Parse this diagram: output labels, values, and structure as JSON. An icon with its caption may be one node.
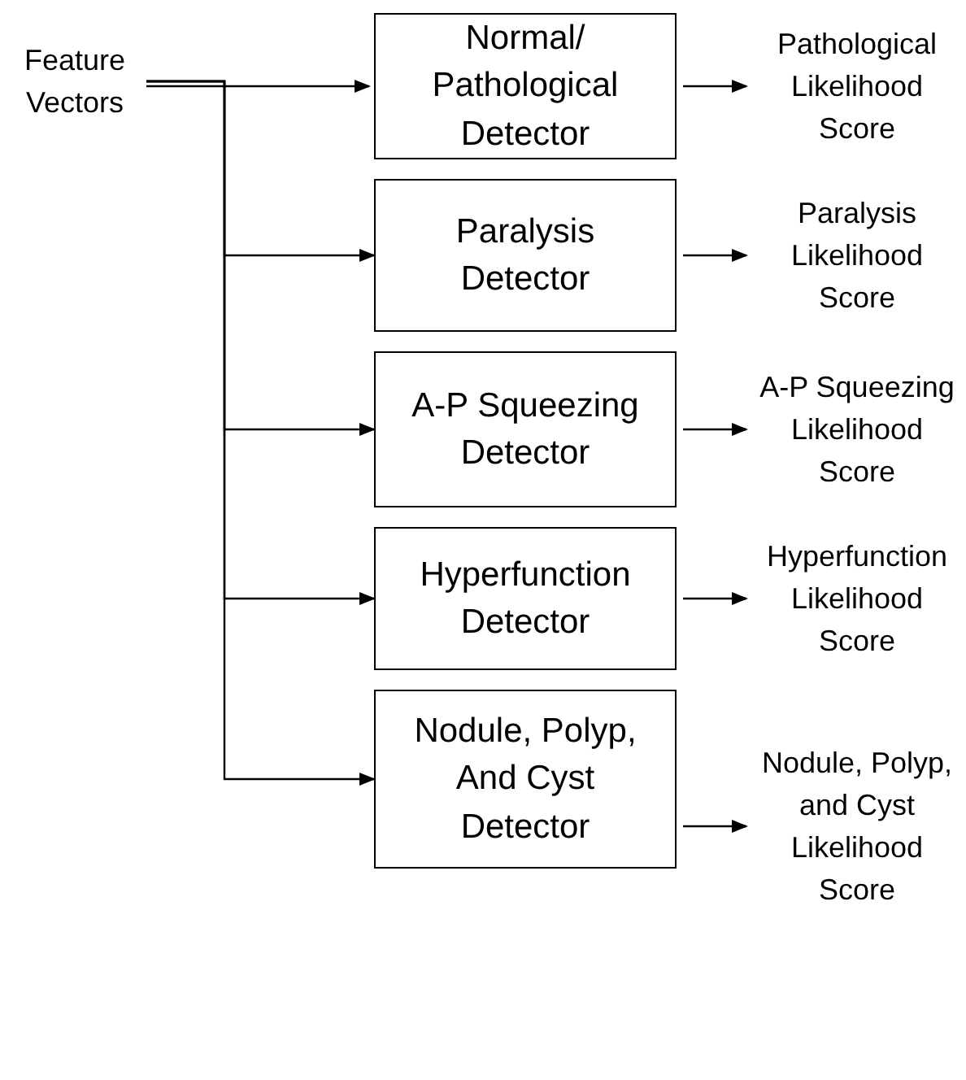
{
  "diagram": {
    "nodes": [
      {
        "text": [
          "Feature Vectors"
        ]
      },
      {
        "text": [
          "Normal/ Pathological Detector"
        ]
      },
      {
        "text": [
          "Paralysis Detector"
        ]
      },
      {
        "text": [
          "A-P Squeezing Detector"
        ]
      },
      {
        "text": [
          "Hyperfunction Detector"
        ]
      },
      {
        "text": [
          "Nodule, Polyp, And Cyst Detector"
        ]
      },
      {
        "text": [
          "Pathological Likelihood Score"
        ]
      },
      {
        "text": [
          "Paralysis Likelihood Score"
        ]
      },
      {
        "text": [
          "A-P Squeezing Likelihood Score"
        ]
      },
      {
        "text": [
          "Hyperfunction Likelihood Score"
        ]
      },
      {
        "text": [
          "Nodule, Polyp, and Cyst Likelihood Score"
        ]
      }
    ],
    "edges": [
      {
        "from": 0,
        "to": 1,
        "arrow": "to"
      },
      {
        "from": 0,
        "to": 2,
        "arrow": "to"
      },
      {
        "from": 0,
        "to": 3,
        "arrow": "to"
      },
      {
        "from": 0,
        "to": 4,
        "arrow": "to"
      },
      {
        "from": 0,
        "to": 5,
        "arrow": "to"
      },
      {
        "from": 1,
        "to": 6,
        "arrow": "to"
      },
      {
        "from": 2,
        "to": 7,
        "arrow": "to"
      },
      {
        "from": 3,
        "to": 8,
        "arrow": "to"
      },
      {
        "from": 4,
        "to": 9,
        "arrow": "to"
      },
      {
        "from": 5,
        "to": 10,
        "arrow": "to"
      }
    ]
  }
}
